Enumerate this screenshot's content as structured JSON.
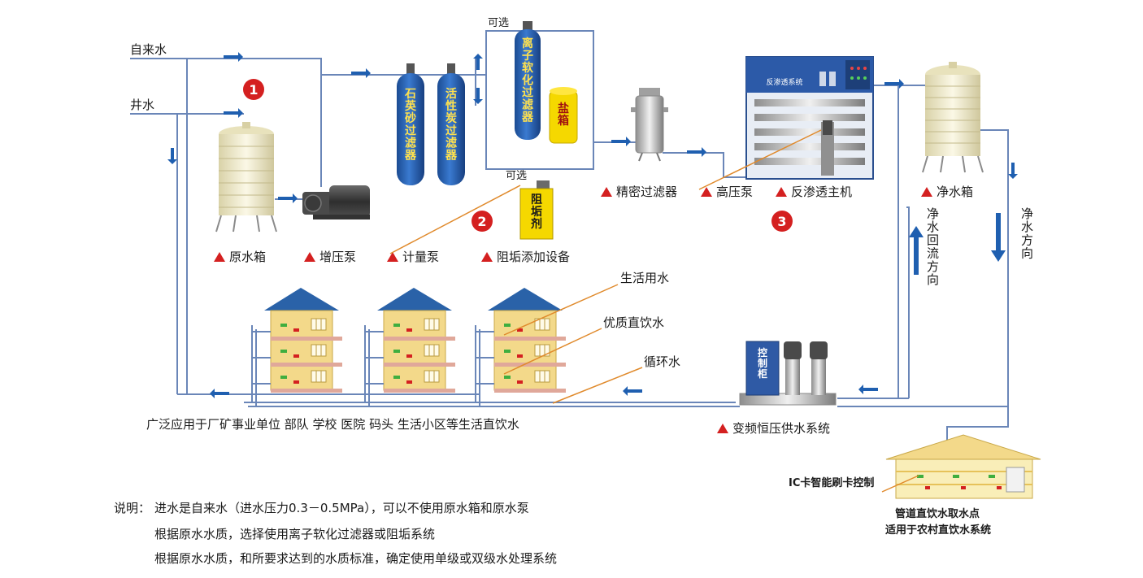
{
  "sources": {
    "tap_water": "自来水",
    "well_water": "井水"
  },
  "steps": {
    "step1": "1",
    "step2": "2",
    "step3": "3"
  },
  "optional": {
    "top": "可选",
    "mid": "可选"
  },
  "vessels": {
    "quartz_filter": "石英砂过滤器",
    "carbon_filter": "活性炭过滤器",
    "softener": "离子软化过滤器",
    "salt_box": "盐箱",
    "antiscalant": "阻垢剂",
    "control_cabinet": "控制柜",
    "ro_panel_title": "反渗透系统"
  },
  "labels": {
    "raw_tank": "原水箱",
    "booster_pump": "增压泵",
    "metering_pump": "计量泵",
    "dosing_device": "阻垢添加设备",
    "precision_filter": "精密过滤器",
    "high_pressure_pump": "高压泵",
    "ro_main": "反渗透主机",
    "clean_tank": "净水箱",
    "vfd_system": "变频恒压供水系统"
  },
  "directions": {
    "return_flow": "净水回流方向",
    "clean_flow": "净水方向"
  },
  "water_types": {
    "domestic": "生活用水",
    "premium": "优质直饮水",
    "circulating": "循环水"
  },
  "applications": "广泛应用于厂矿事业单位 部队 学校 医院 码头 生活小区等生活直饮水",
  "ic_card": "IC卡智能刷卡控制",
  "rural": {
    "line1": "管道直饮水取水点",
    "line2": "适用于农村直饮水系统"
  },
  "notes": {
    "prefix": "说明：",
    "line1": "进水是自来水（进水压力0.3－0.5MPa），可以不使用原水箱和原水泵",
    "line2": "根据原水水质，选择使用离子软化过滤器或阻垢系统",
    "line3": "根据原水水质，和所要求达到的水质标准，确定使用单级或双级水处理系统"
  },
  "colors": {
    "pipe": "#6a86b8",
    "flow_arrow": "#1f5fb0",
    "marker": "#d42020",
    "tank_cream": "#f2ecc8",
    "filter_blue": "#2a62b0",
    "yellow": "#f5d800",
    "building": "#f3d98a",
    "roof": "#2a62a8"
  }
}
